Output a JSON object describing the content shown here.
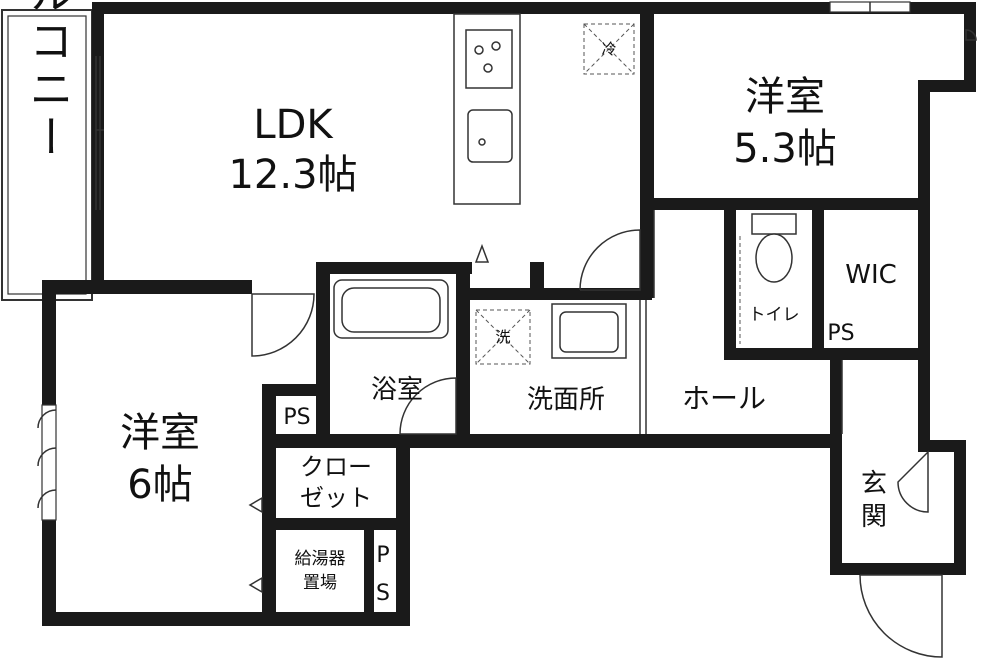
{
  "rooms": {
    "balcony": "バルコニー",
    "ldk_name": "LDK",
    "ldk_size": "12.3帖",
    "bedroom1_name": "洋室",
    "bedroom1_size": "5.3帖",
    "bedroom2_name": "洋室",
    "bedroom2_size": "6帖",
    "bath": "浴室",
    "washroom": "洗面所",
    "hall": "ホール",
    "toilet": "トイレ",
    "wic": "WIC",
    "entrance_line1": "玄",
    "entrance_line2": "関",
    "closet_line1": "クロー",
    "closet_line2": "ゼット",
    "water_heater_line1": "給湯器",
    "water_heater_line2": "置場"
  },
  "symbols": {
    "fridge": "冷",
    "washer": "洗",
    "ps_1": "PS",
    "ps_2": "PS",
    "ps_3_top": "P",
    "ps_3_bottom": "S"
  }
}
